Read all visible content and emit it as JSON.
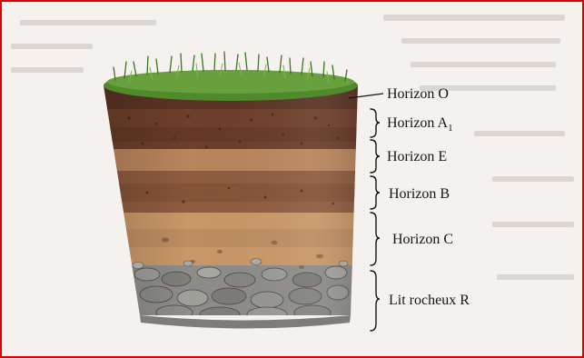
{
  "diagram": {
    "horizons": [
      {
        "label": "Horizon O",
        "sub": ""
      },
      {
        "label": "Horizon A",
        "sub": "1"
      },
      {
        "label": "Horizon E",
        "sub": ""
      },
      {
        "label": "Horizon B",
        "sub": ""
      },
      {
        "label": "Horizon C",
        "sub": ""
      },
      {
        "label": "Lit rocheux R",
        "sub": ""
      }
    ]
  },
  "colors": {
    "frame_border": "#e00000",
    "grass": "#4f8a2c",
    "horizon_O": "#5a3424",
    "horizon_A1": "#6e3f2a",
    "horizon_E": "#b9855d",
    "horizon_B": "#8f5c3f",
    "horizon_C": "#c99768",
    "bedrock": "#8d8c88"
  }
}
